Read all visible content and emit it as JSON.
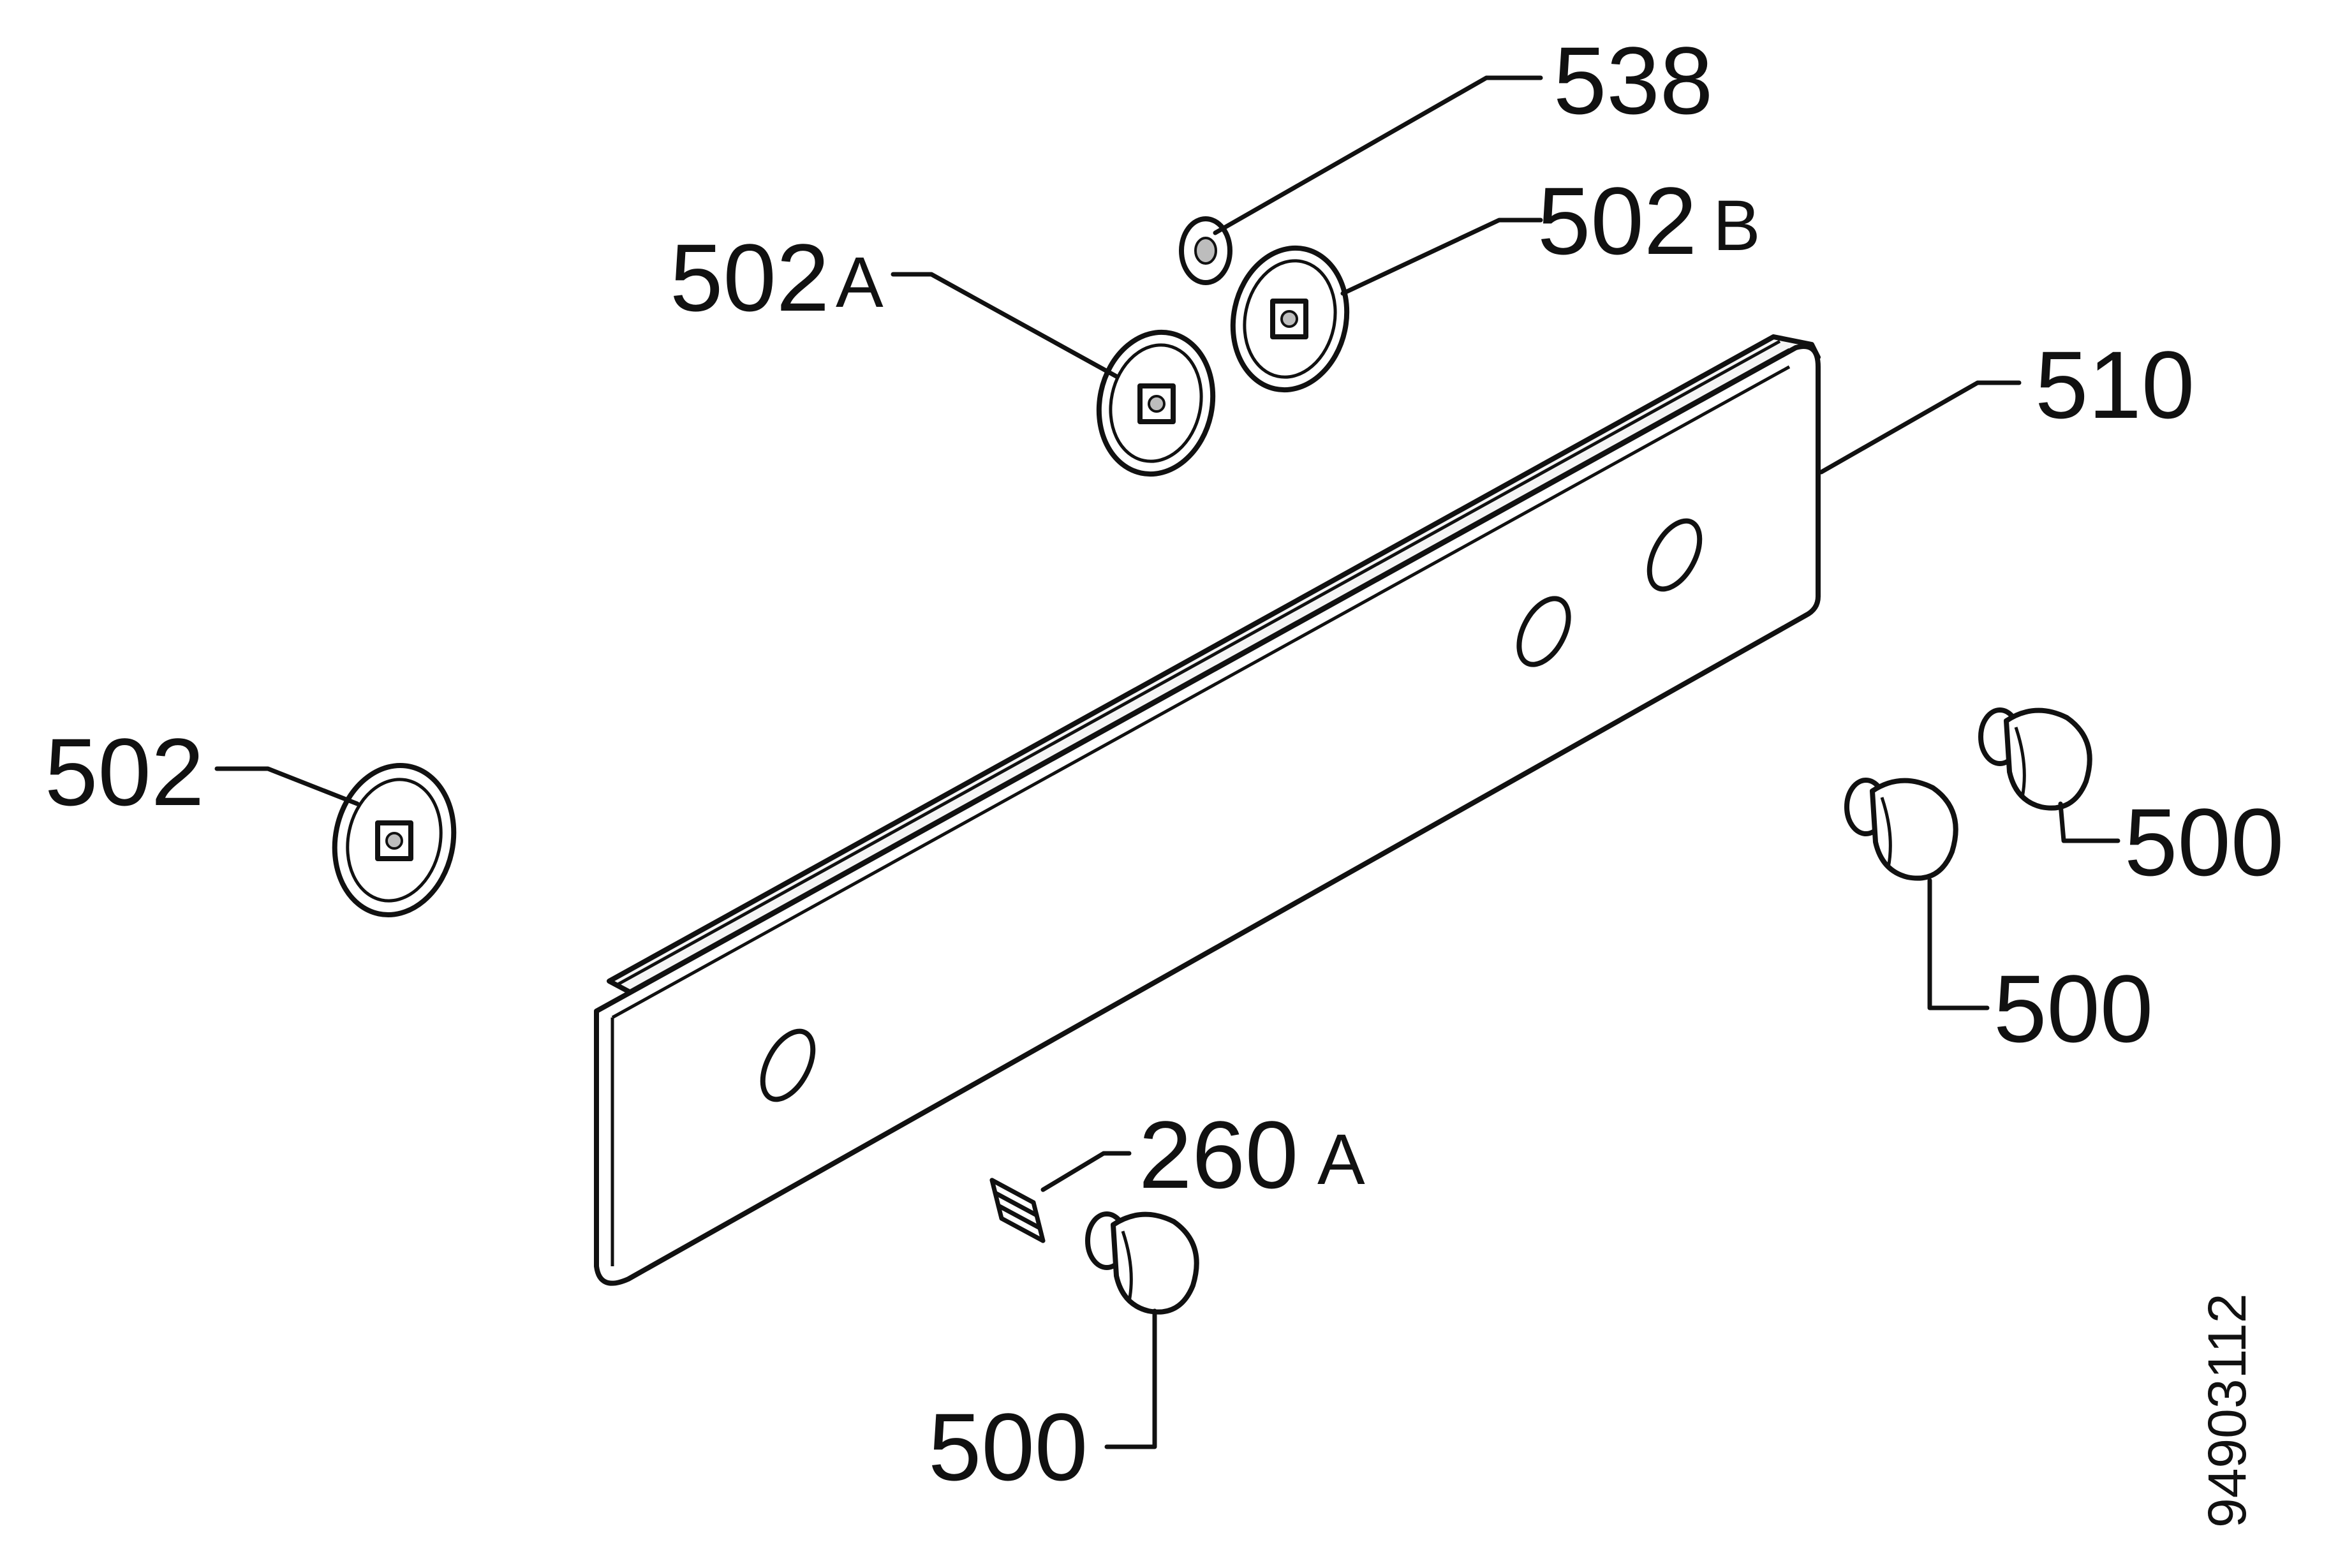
{
  "labels": {
    "p538": "538",
    "p502a": "502",
    "p502a_suffix": "A",
    "p502b": "502",
    "p502b_suffix": "B",
    "p510": "510",
    "p502": "502",
    "p500_r1": "500",
    "p500_r2": "500",
    "p260a": "260",
    "p260a_suffix": "A",
    "p500_bottom": "500"
  },
  "drawing_code": "94903112"
}
